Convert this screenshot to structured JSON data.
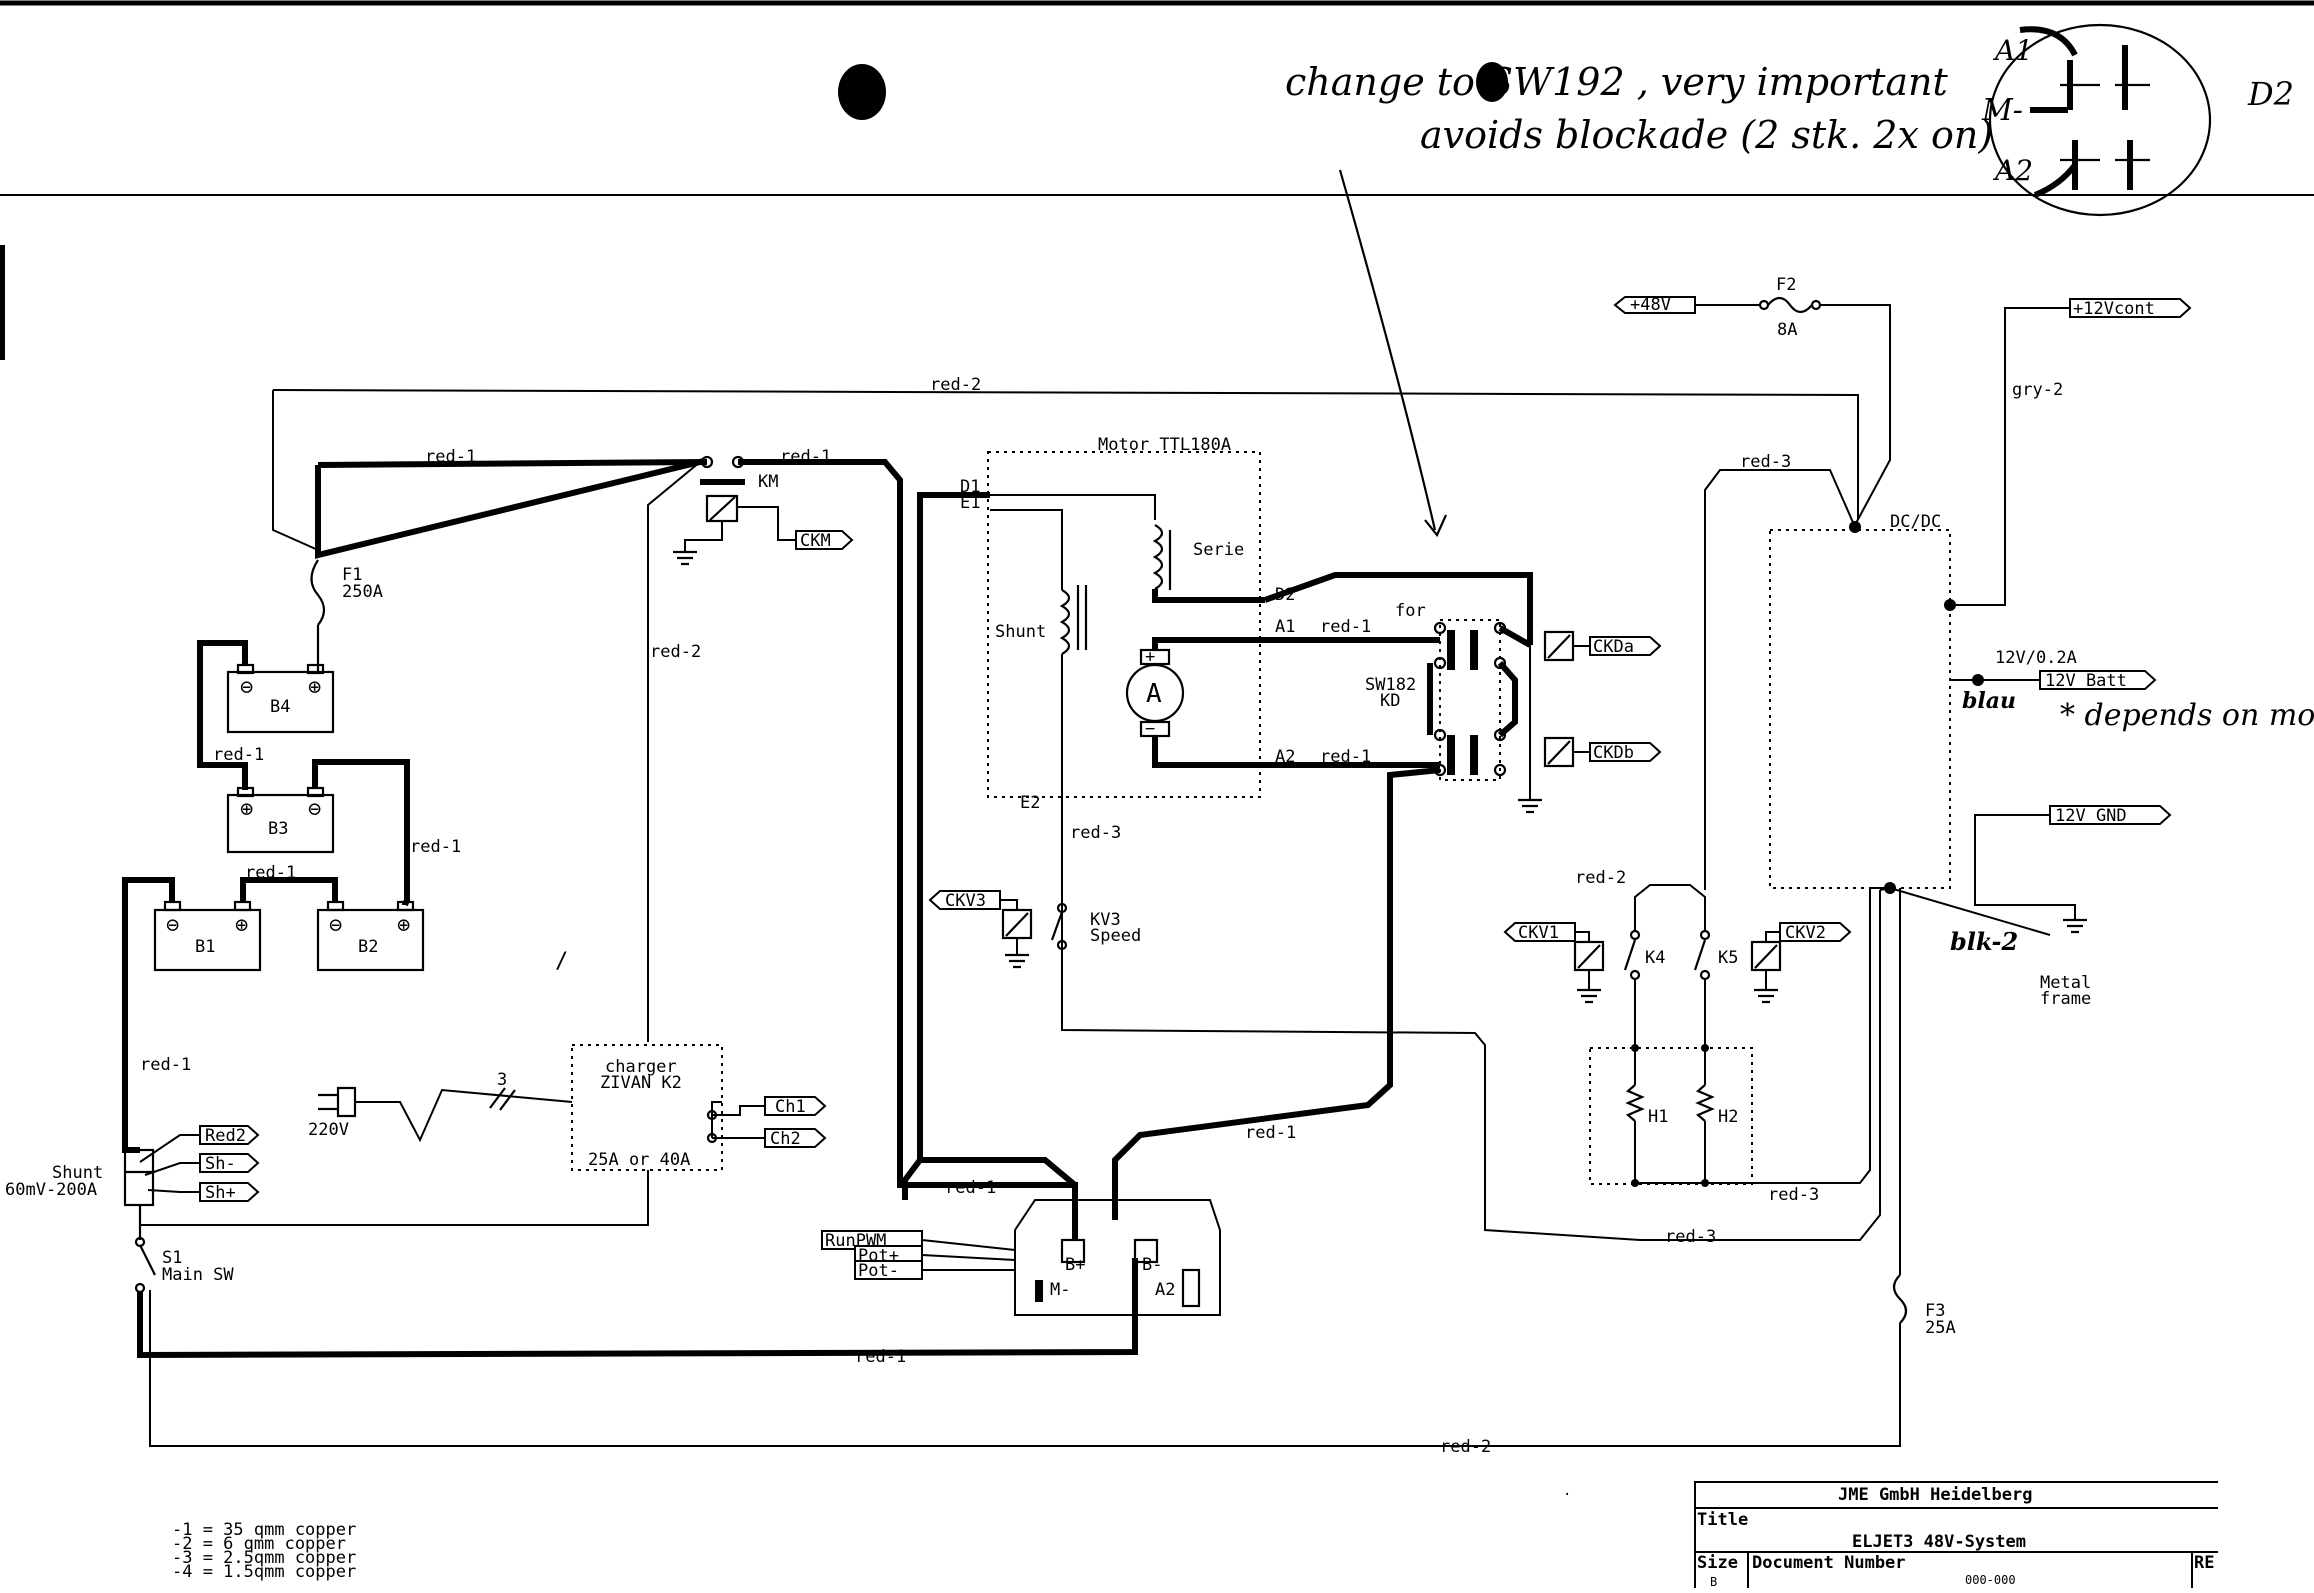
{
  "annotation": {
    "line1": "change to SW192 , very important",
    "line2": "avoids blockade (2 stk. 2x on)",
    "sketch_labels": [
      "A1",
      "M-",
      "A2",
      "D2"
    ],
    "depends_note": "* depends on model",
    "blau_note": "blau",
    "blk_note": "blk-2"
  },
  "nets": {
    "red1": "red-1",
    "red2": "red-2",
    "red3": "red-3",
    "gry2": "gry-2"
  },
  "components": {
    "f1": "F1",
    "f1_rating": "250A",
    "b1": "B1",
    "b2": "B2",
    "b3": "B3",
    "b4": "B4",
    "km": "KM",
    "motor": "Motor TTL180A",
    "d1": "D1",
    "e1": "E1",
    "e2": "E2",
    "d2": "D2",
    "a1": "A1",
    "a2": "A2",
    "serie": "Serie",
    "shunt_field": "Shunt",
    "armature": "A",
    "for": "for",
    "sw182": "SW182",
    "kd": "KD",
    "kv3": "KV3",
    "speed": "Speed",
    "charger1": "charger",
    "charger2": "ZIVAN K2",
    "charger3": "25A or 40A",
    "v220": "220V",
    "three": "3",
    "shunt_main1": "Shunt",
    "shunt_main2": "60mV-200A",
    "s1": "S1",
    "main_sw": "Main SW",
    "ctrl_b_plus": "B+",
    "ctrl_b_minus": "B-",
    "ctrl_m_minus": "M-",
    "ctrl_a2": "A2",
    "f2": "F2",
    "f2_rating": "8A",
    "dcdc": "DC/DC",
    "batt_rating": "12V/0.2A",
    "k4": "K4",
    "k5": "K5",
    "h1": "H1",
    "h2": "H2",
    "metal1": "Metal",
    "metal2": "frame",
    "f3": "F3",
    "f3_rating": "25A"
  },
  "ports": {
    "ckm": "CKM",
    "ckda": "CKDa",
    "ckdb": "CKDb",
    "ckv3": "CKV3",
    "ch1": "Ch1",
    "ch2": "Ch2",
    "red2": "Red2",
    "sh_minus": "Sh-",
    "sh_plus": "Sh+",
    "runpwm": "RunPWM",
    "pot_plus": "Pot+",
    "pot_minus": "Pot-",
    "p48v": "+48V",
    "p12vcont": "+12Vcont",
    "p12vbatt": "12V Batt",
    "p12vgnd": "12V GND",
    "ckv1": "CKV1",
    "ckv2": "CKV2"
  },
  "legend": [
    "-1 = 35 qmm copper",
    "-2 =  6 qmm copper",
    "-3 = 2.5qmm copper",
    "-4 = 1.5qmm copper"
  ],
  "titleblock": {
    "company": "JME GmbH  Heidelberg",
    "title_label": "Title",
    "title": "ELJET3  48V-System",
    "size_label": "Size",
    "size_value": "B",
    "docnum_label": "Document Number",
    "docnum_value": "000-000",
    "rev_label": "RE"
  }
}
